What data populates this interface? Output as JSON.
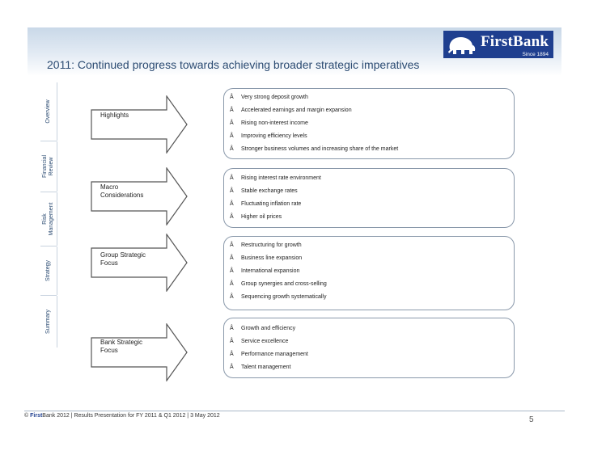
{
  "header": {
    "title": "2011: Continued progress towards achieving broader strategic imperatives",
    "logo_text": "FirstBank",
    "logo_sub": "Since 1894",
    "brand_color": "#1f3f8f"
  },
  "sidebar": {
    "tabs": [
      "Overview",
      "Financial Review",
      "Risk Management",
      "Strategy",
      "Summary"
    ]
  },
  "sections": [
    {
      "label": "Highlights",
      "bullets": [
        "Very strong deposit growth",
        "Accelerated earnings and margin expansion",
        "Rising non-interest income",
        "Improving efficiency levels",
        "Stronger business volumes and increasing share of the market"
      ]
    },
    {
      "label": "Macro Considerations",
      "bullets": [
        "Rising interest rate environment",
        "Stable exchange rates",
        "Fluctuating inflation rate",
        "Higher oil prices"
      ]
    },
    {
      "label": "Group Strategic Focus",
      "bullets": [
        "Restructuring for growth",
        "Business line expansion",
        "International expansion",
        "Group synergies and cross-selling",
        "Sequencing growth systematically"
      ]
    },
    {
      "label": "Bank Strategic Focus",
      "bullets": [
        "Growth and efficiency",
        "Service excellence",
        "Performance management",
        "Talent management"
      ]
    }
  ],
  "bullet_marker": "Â",
  "footer": {
    "copyright": "©",
    "brand_first": "First",
    "rest": "Bank 2012 | Results Presentation for FY 2011 & Q1 2012 | 3 May 2012",
    "page": "5"
  }
}
